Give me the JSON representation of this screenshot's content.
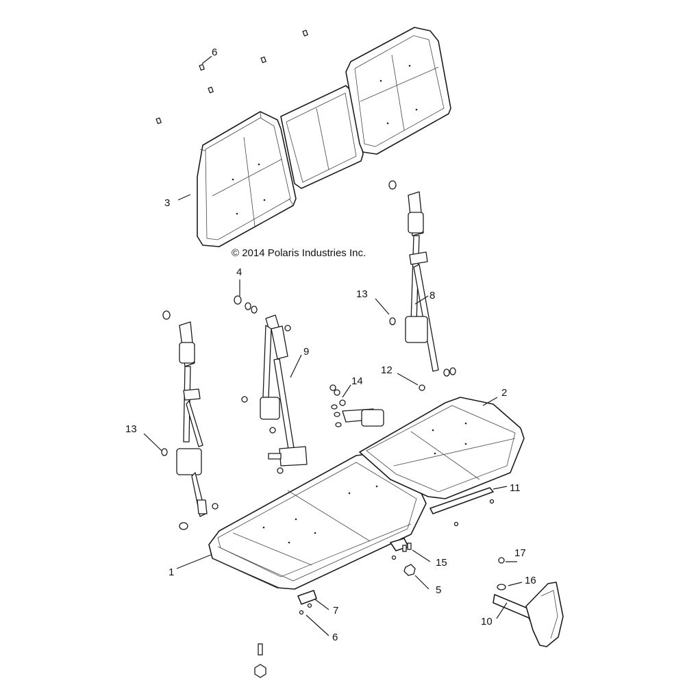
{
  "copyright": "© 2014 Polaris Industries Inc.",
  "callouts": {
    "c1": "1",
    "c2": "2",
    "c3": "3",
    "c4": "4",
    "c5": "5",
    "c6a": "6",
    "c6b": "6",
    "c7": "7",
    "c8": "8",
    "c9": "9",
    "c10": "10",
    "c11": "11",
    "c12": "12",
    "c13a": "13",
    "c13b": "13",
    "c14": "14",
    "c15": "15",
    "c16": "16",
    "c17": "17"
  }
}
